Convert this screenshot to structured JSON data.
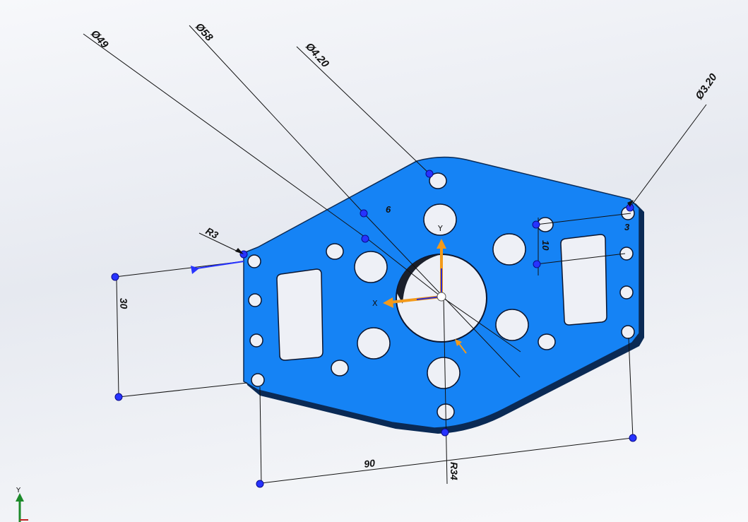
{
  "colors": {
    "plate": "#1583f5",
    "plate_edge": "#0a2a55",
    "background": "#eef0f5",
    "handle": "#2733ff",
    "triad_orange": "#f39a1a",
    "triad_blue": "#2b2bcf"
  },
  "dimensions": {
    "dia49": "Ø49",
    "dia58": "Ø58",
    "dia420": "Ø4.20",
    "dia320": "Ø3.20",
    "r3": "R3",
    "r34": "R34",
    "len30": "30",
    "len90": "90",
    "len10": "10",
    "len3": "3",
    "len6": "6"
  },
  "triad": {
    "x_label": "X",
    "y_label": "Y"
  },
  "reference_triad": {
    "y_label": "Y"
  }
}
